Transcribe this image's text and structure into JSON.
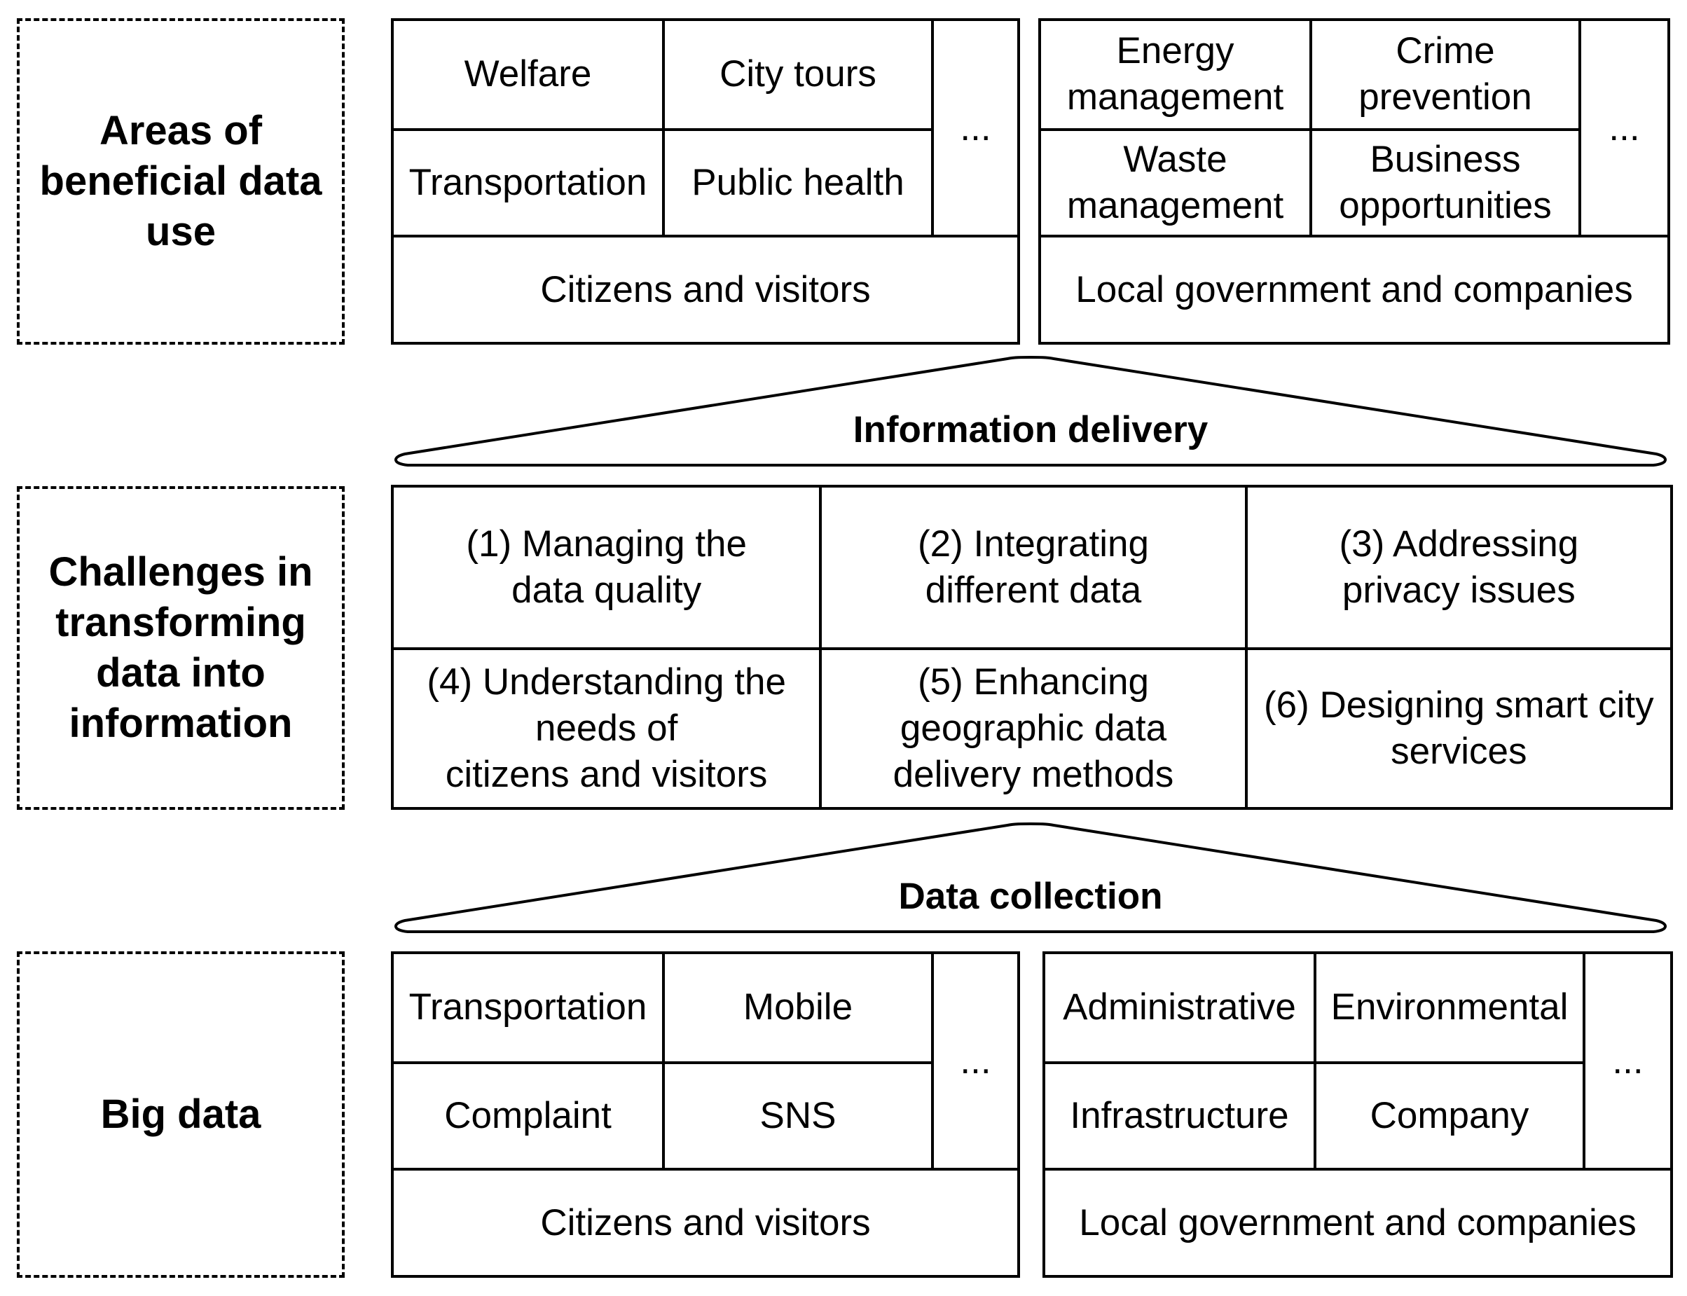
{
  "rows": {
    "top": {
      "label": "Areas of\nbeneficial data\nuse"
    },
    "middle": {
      "label": "Challenges in\ntransforming\ndata into\ninformation"
    },
    "bottom": {
      "label": "Big data"
    }
  },
  "areas": {
    "citizens": {
      "items": [
        "Welfare",
        "City tours",
        "Transportation",
        "Public health"
      ],
      "more": "...",
      "footer": "Citizens and visitors"
    },
    "government": {
      "items": [
        "Energy\nmanagement",
        "Crime\nprevention",
        "Waste\nmanagement",
        "Business\nopportunities"
      ],
      "more": "...",
      "footer": "Local government and companies"
    }
  },
  "connectors": {
    "upper": "Information delivery",
    "lower": "Data collection"
  },
  "challenges": [
    "(1) Managing the\ndata quality",
    "(2) Integrating\ndifferent data",
    "(3) Addressing\nprivacy issues",
    "(4) Understanding the\nneeds of\ncitizens and visitors",
    "(5) Enhancing\ngeographic data\ndelivery methods",
    "(6) Designing smart city\nservices"
  ],
  "bigdata": {
    "citizens": {
      "items": [
        "Transportation",
        "Mobile",
        "Complaint",
        "SNS"
      ],
      "more": "...",
      "footer": "Citizens and visitors"
    },
    "government": {
      "items": [
        "Administrative",
        "Environmental",
        "Infrastructure",
        "Company"
      ],
      "more": "...",
      "footer": "Local government and companies"
    }
  }
}
